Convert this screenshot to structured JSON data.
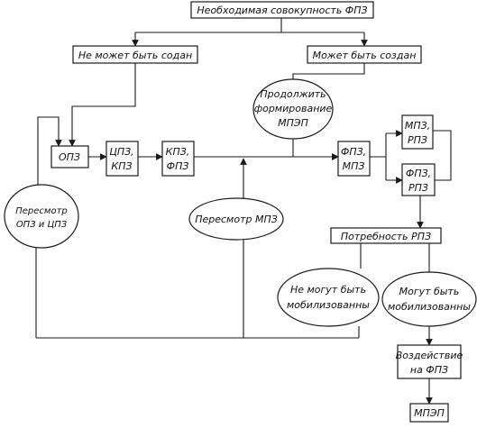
{
  "nodes": {
    "top": "Необходимая совокупность ФПЗ",
    "cannot": "Не может быть содан",
    "can": "Может быть создан",
    "continue_1": "Продолжить",
    "continue_2": "формирование",
    "continue_3": "МПЭП",
    "opz": "ОПЗ",
    "cpz_1": "ЦПЗ,",
    "cpz_2": "КПЗ",
    "kpz_1": "КПЗ,",
    "kpz_2": "ФПЗ",
    "fpz_1": "ФПЗ,",
    "fpz_2": "МПЗ",
    "mpz_1": "МПЗ,",
    "mpz_2": "РПЗ",
    "frpz_1": "ФПЗ,",
    "frpz_2": "РПЗ",
    "review_opz_1": "Пересмотр",
    "review_opz_2": "ОПЗ и ЦПЗ",
    "review_mpz": "Пересмотр МПЗ",
    "need_rpz": "Потребность РПЗ",
    "cannot_mob_1": "Не могут быть",
    "cannot_mob_2": "мобилизованны",
    "can_mob_1": "Могут быть",
    "can_mob_2": "мобилизованны",
    "impact_1": "Воздействие",
    "impact_2": "на ФПЗ",
    "mpep": "МПЭП"
  }
}
